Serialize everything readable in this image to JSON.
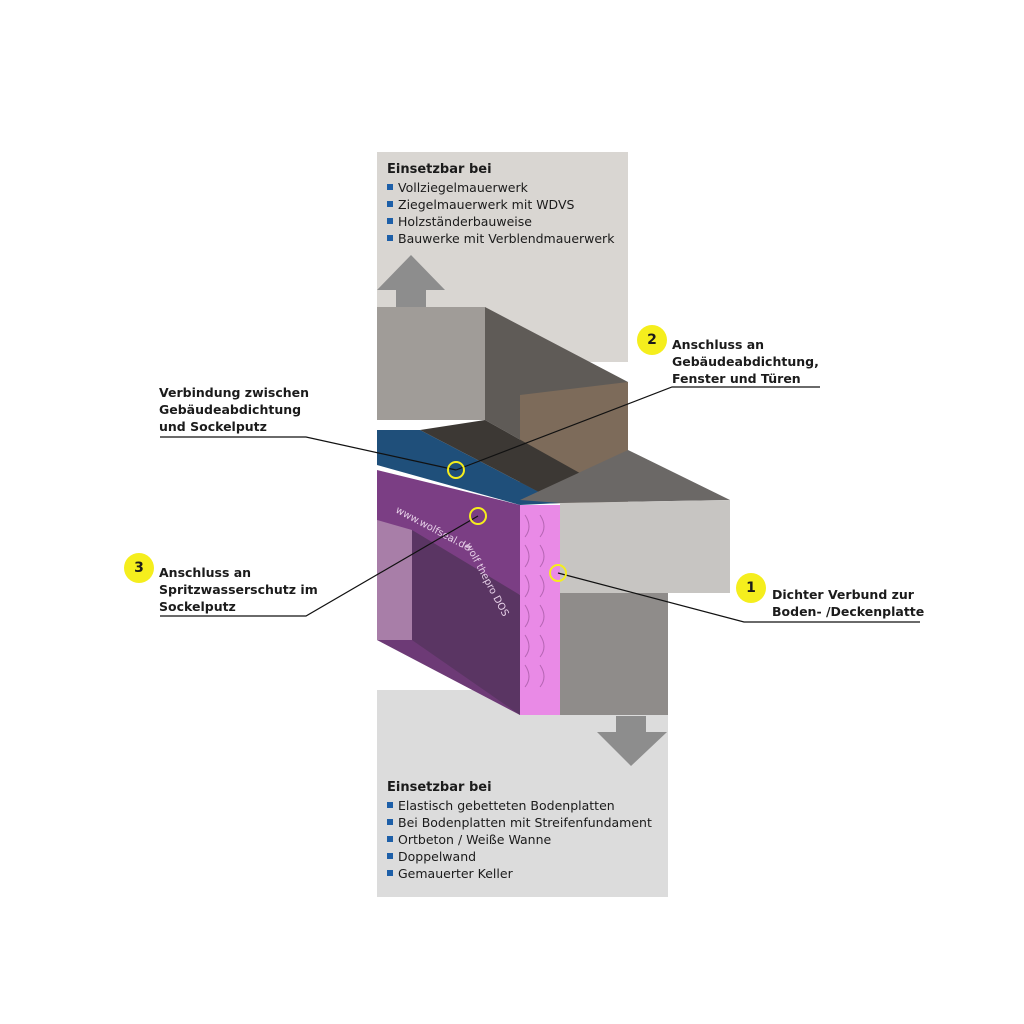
{
  "top_box": {
    "title": "Einsetzbar bei",
    "items": [
      "Vollziegelmauerwerk",
      "Ziegelmauerwerk mit WDVS",
      "Holzständerbauweise",
      "Bauwerke mit Verblendmauerwerk"
    ]
  },
  "bottom_box": {
    "title": "Einsetzbar bei",
    "items": [
      "Elastisch gebetteten Bodenplatten",
      "Bei Bodenplatten mit Streifenfundament",
      "Ortbeton / Weiße Wanne",
      "Doppelwand",
      "Gemauerter Keller"
    ]
  },
  "callouts": {
    "verbindung": "Verbindung zwischen\nGebäudeabdichtung\nund Sockelputz",
    "c1": {
      "number": "1",
      "text": "Dichter Verbund zur\nBoden- /Deckenplatte"
    },
    "c2": {
      "number": "2",
      "text": "Anschluss an\nGebäudeabdichtung,\nFenster und Türen"
    },
    "c3": {
      "number": "3",
      "text": "Anschluss an\nSpritzwasserschutz im\nSockelputz"
    }
  },
  "membrane_text": {
    "brand_url": "www.wolfseal.de",
    "product": "wolf thepro DOS"
  },
  "colors": {
    "badge": "#f5ee1d",
    "bullet": "#1d5fa8",
    "membrane_blue": "#1f4f7a",
    "membrane_purple": "#7b3e84",
    "insulation": "#e98ae6"
  }
}
